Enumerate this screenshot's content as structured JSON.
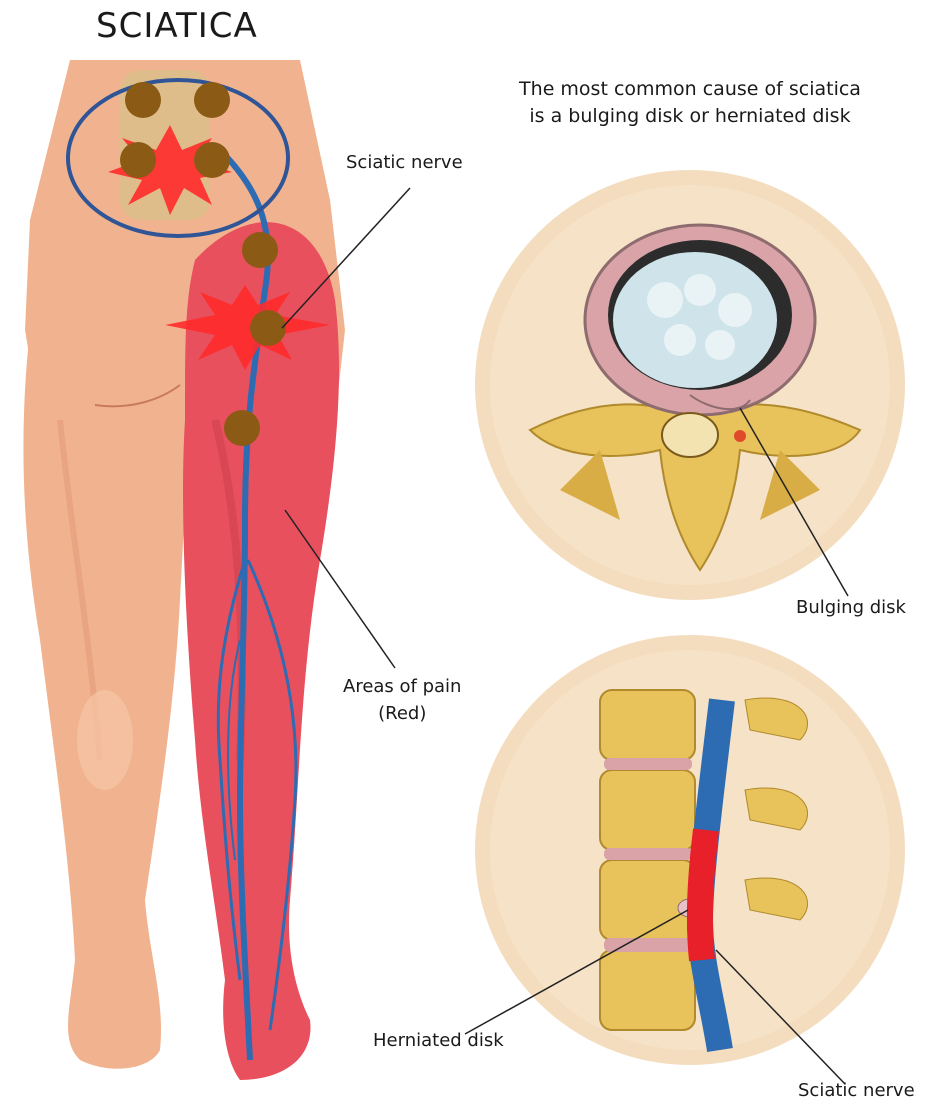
{
  "title": "SCIATICA",
  "caption": {
    "line1": "The most common cause of sciatica",
    "line2": "is a bulging disk or herniated disk"
  },
  "labels": {
    "sciatic_nerve_top": "Sciatic nerve",
    "areas_of_pain_line1": "Areas of pain",
    "areas_of_pain_line2": "(Red)",
    "bulging_disk": "Bulging disk",
    "herniated_disk": "Herniated disk",
    "sciatic_nerve_bottom": "Sciatic nerve"
  },
  "colors": {
    "skin": "#f1b38f",
    "skin_shadow": "#e59a78",
    "pain_red": "#e8505e",
    "nerve_blue": "#2d6bb3",
    "marker_brown": "#8b5a14",
    "starburst_red": "#ff2a2a",
    "circle_outline": "#2f5597",
    "bone_yellow": "#e8c25a",
    "disk_pink": "#d9a3a8",
    "inset_bg": "#f3d9b8"
  },
  "icons": {
    "pain_marker": "brown-dot-icon",
    "pain_burst": "starburst-icon"
  }
}
